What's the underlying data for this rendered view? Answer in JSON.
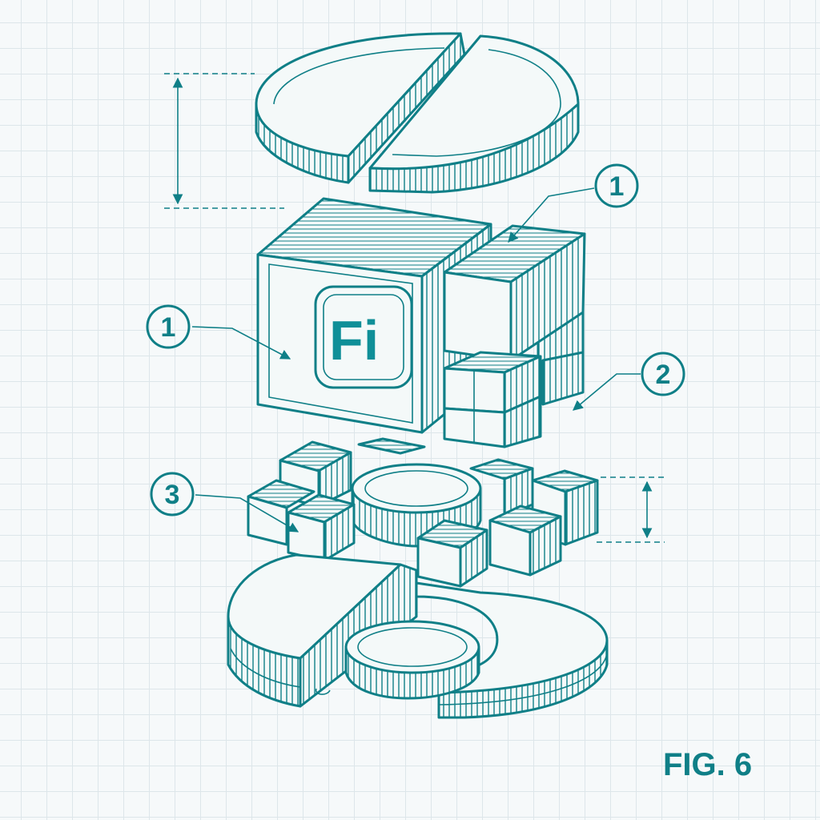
{
  "logo": {
    "text": "Fi"
  },
  "callouts": [
    {
      "id": "c1-left",
      "label": "1"
    },
    {
      "id": "c1-right",
      "label": "1"
    },
    {
      "id": "c2",
      "label": "2"
    },
    {
      "id": "c3",
      "label": "3"
    }
  ],
  "figure_label": "FIG. 6",
  "colors": {
    "ink": "#0f7f87",
    "grid": "#dde6ea",
    "paper": "#f6f9fa"
  }
}
